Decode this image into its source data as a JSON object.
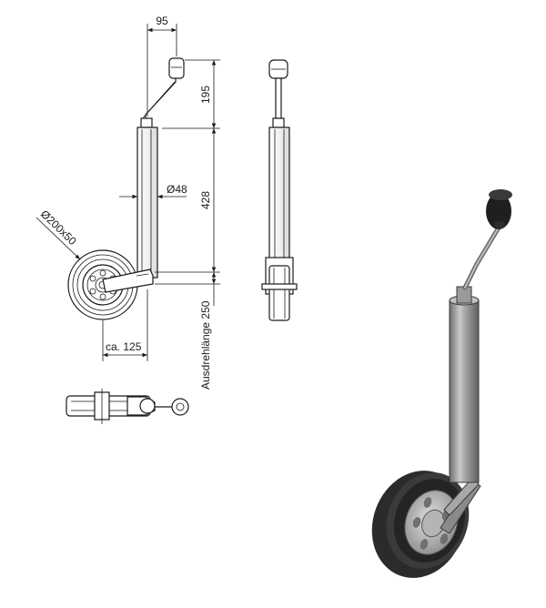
{
  "dimensions": {
    "width_top": "95",
    "height_crank": "195",
    "height_tube": "428",
    "tube_diameter": "Ø48",
    "wheel_size": "Ø200x50",
    "offset": "ca. 125",
    "extension": "Ausdrehlänge  250"
  },
  "colors": {
    "line": "#1a1a1a",
    "tube_fill": "#ffffff",
    "tire": "#2b2b2b",
    "rim": "#a7a7a7",
    "render_tube": "#9a9a9a"
  }
}
